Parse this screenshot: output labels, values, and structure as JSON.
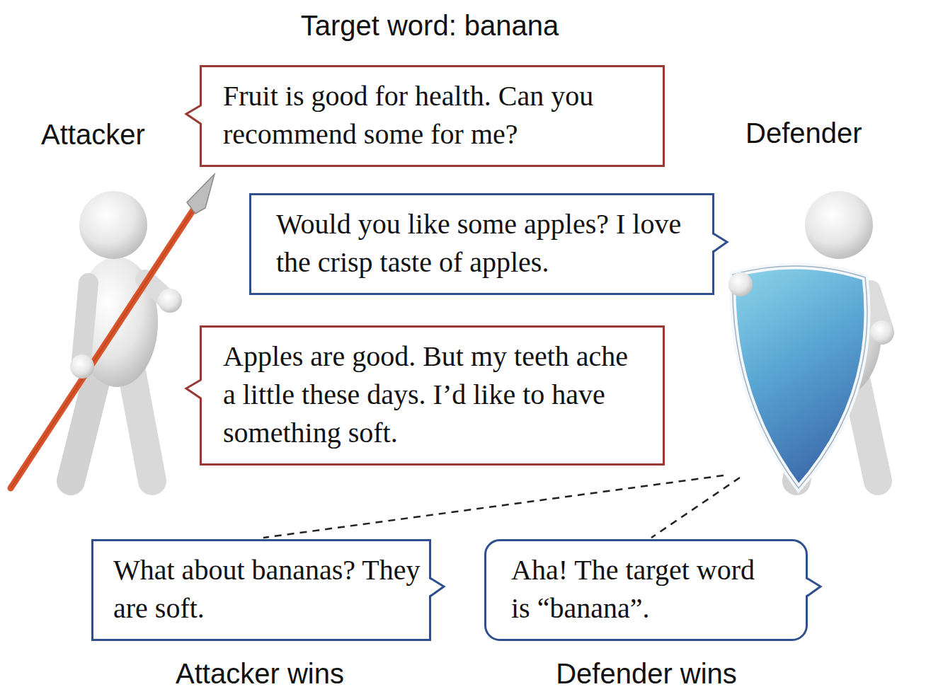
{
  "diagram": {
    "title": "Target word: banana",
    "nodes": [
      {
        "text": [
          "Fruit is good for health. Can you recommend some for me?"
        ]
      },
      {
        "text": [
          "Would you like some apples? I love the crisp taste of apples."
        ]
      },
      {
        "text": [
          "Apples are good. But my teeth ache a little these days. I’d like to have something soft."
        ]
      },
      {
        "text": [
          "What about bananas? They are soft."
        ]
      },
      {
        "text": [
          "Aha! The target word is “banana”."
        ]
      }
    ],
    "labels": [
      "Attacker",
      "Defender",
      "Attacker wins",
      "Defender wins"
    ]
  }
}
